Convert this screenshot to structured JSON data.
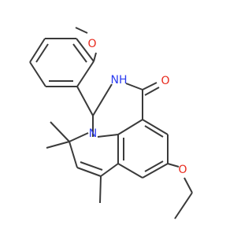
{
  "molecule": {
    "atoms": {
      "methoxy_o": "O",
      "amide_nh": "NH",
      "carbonyl_o": "O",
      "ring_n": "N",
      "ethoxy_o": "O"
    },
    "colors": {
      "bond": "#3a3a3a",
      "oxygen": "#e8281b",
      "nitrogen": "#2b3cf0"
    }
  }
}
